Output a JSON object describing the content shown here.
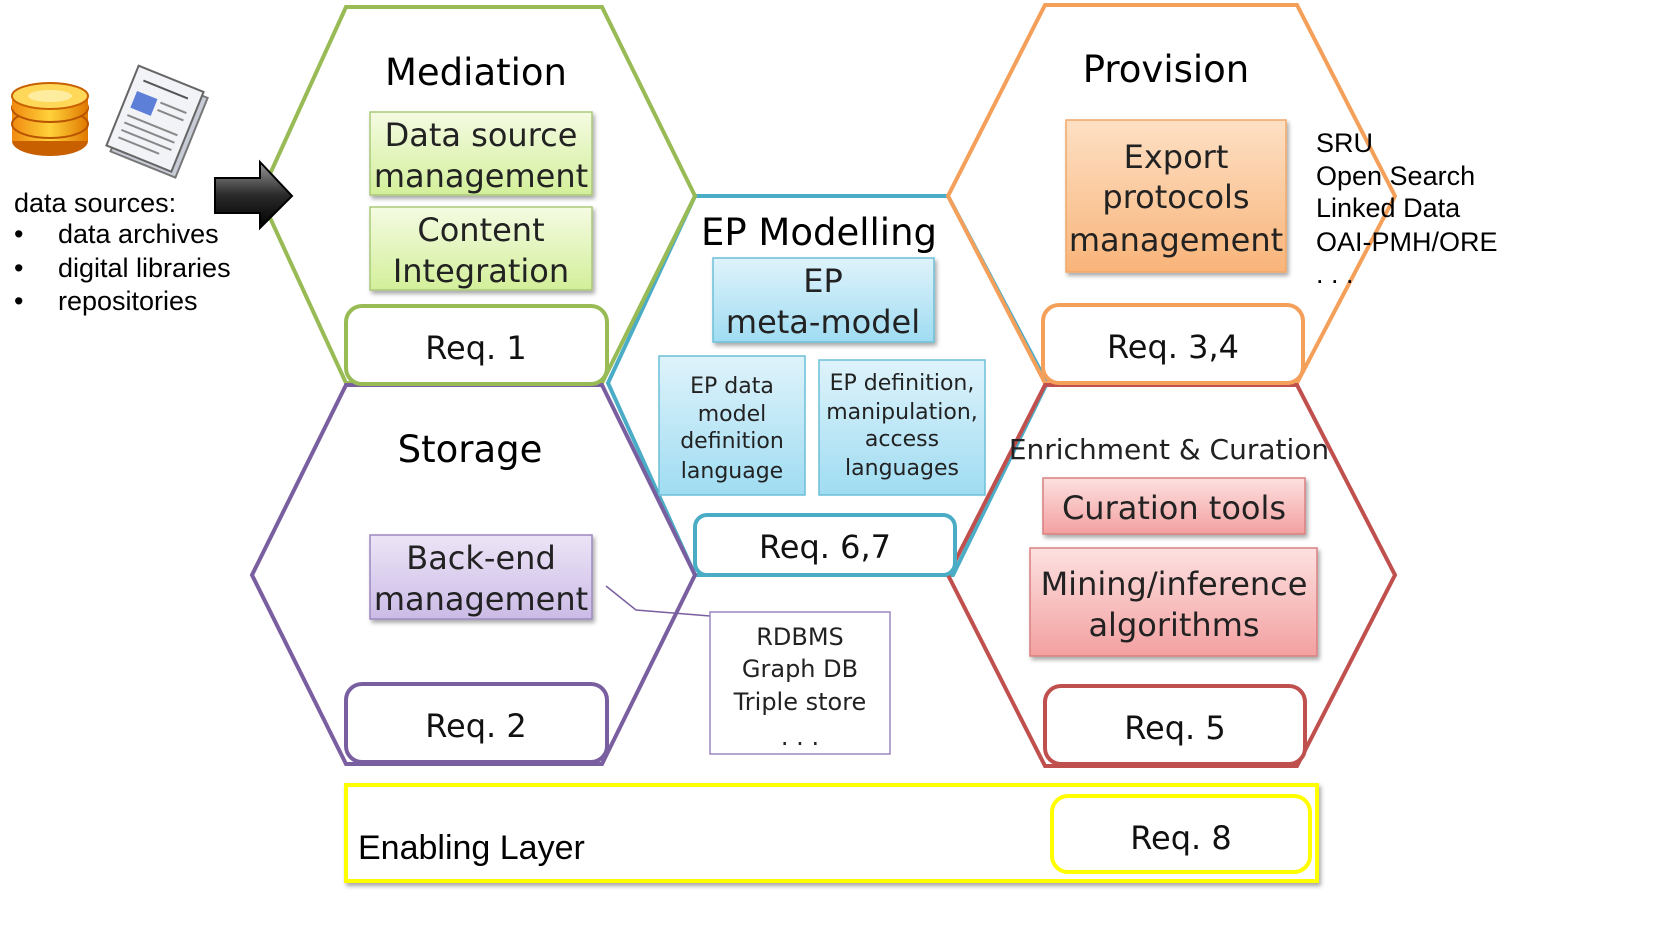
{
  "sources": {
    "heading": "data sources:",
    "items": [
      "data archives",
      "digital libraries",
      "repositories"
    ],
    "bullet": "•"
  },
  "mediation": {
    "title": "Mediation",
    "box1": [
      "Data source",
      "management"
    ],
    "box2": [
      "Content",
      "Integration"
    ],
    "req": "Req. 1"
  },
  "storage": {
    "title": "Storage",
    "box": [
      "Back-end",
      "management"
    ],
    "req": "Req. 2"
  },
  "backend_list": [
    "RDBMS",
    "Graph DB",
    "Triple store",
    ". . ."
  ],
  "modelling": {
    "title": "EP Modelling",
    "meta": [
      "EP",
      "meta-model"
    ],
    "lang1": [
      "EP data",
      "model",
      "definition",
      "language"
    ],
    "lang2": [
      "EP definition,",
      "manipulation,",
      "access",
      "languages"
    ],
    "req": "Req. 6,7"
  },
  "provision": {
    "title": "Provision",
    "box": [
      "Export",
      "protocols",
      "management"
    ],
    "protocols": [
      "SRU",
      "Open Search",
      "Linked Data",
      "OAI-PMH/ORE",
      ". . ."
    ],
    "req": "Req. 3,4"
  },
  "enrichment": {
    "title": "Enrichment & Curation",
    "box1": "Curation tools",
    "box2": [
      "Mining/inference",
      "algorithms"
    ],
    "req": "Req. 5"
  },
  "enabling": {
    "title": "Enabling Layer",
    "req": "Req. 8"
  },
  "colors": {
    "mediation": "#99bb55",
    "storage": "#7a5fa0",
    "modelling": "#4bacc6",
    "provision": "#f5a05a",
    "enrichment": "#c0504d",
    "enabling": "#ffff00"
  }
}
